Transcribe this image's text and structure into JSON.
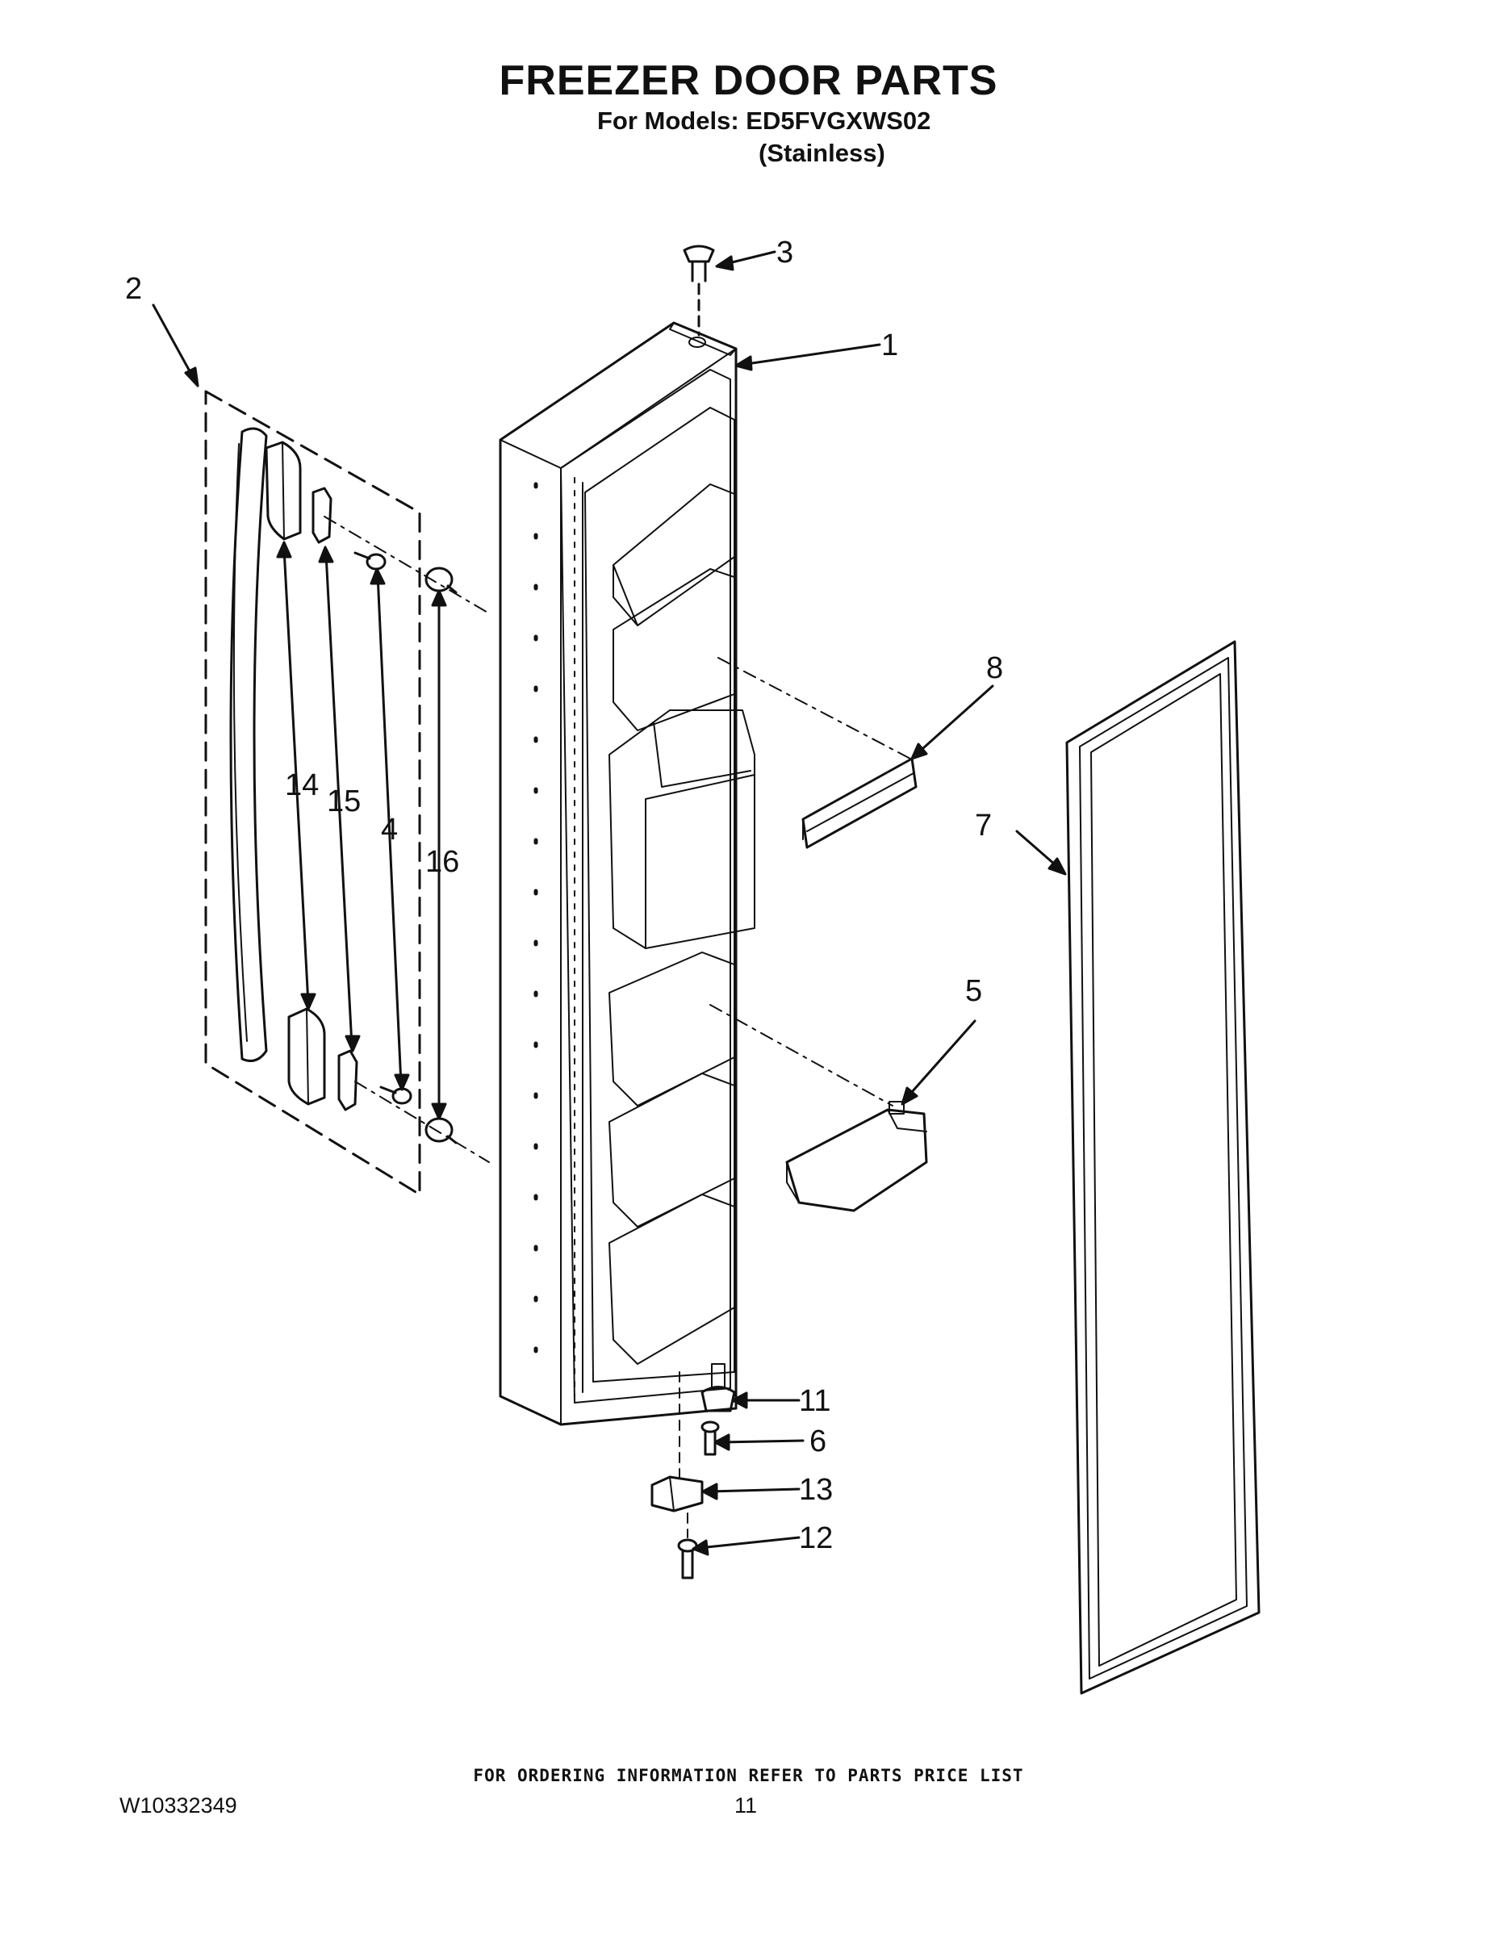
{
  "header": {
    "title": "FREEZER DOOR PARTS",
    "models_line": "For Models: ED5FVGXWS02",
    "finish": "(Stainless)"
  },
  "callouts": {
    "c1": "1",
    "c2": "2",
    "c3": "3",
    "c4": "4",
    "c5": "5",
    "c6": "6",
    "c7": "7",
    "c8": "8",
    "c11": "11",
    "c12": "12",
    "c13": "13",
    "c14": "14",
    "c15": "15",
    "c16": "16"
  },
  "footer": {
    "note": "FOR ORDERING INFORMATION REFER TO PARTS PRICE LIST",
    "doc_number": "W10332349",
    "page": "11"
  }
}
